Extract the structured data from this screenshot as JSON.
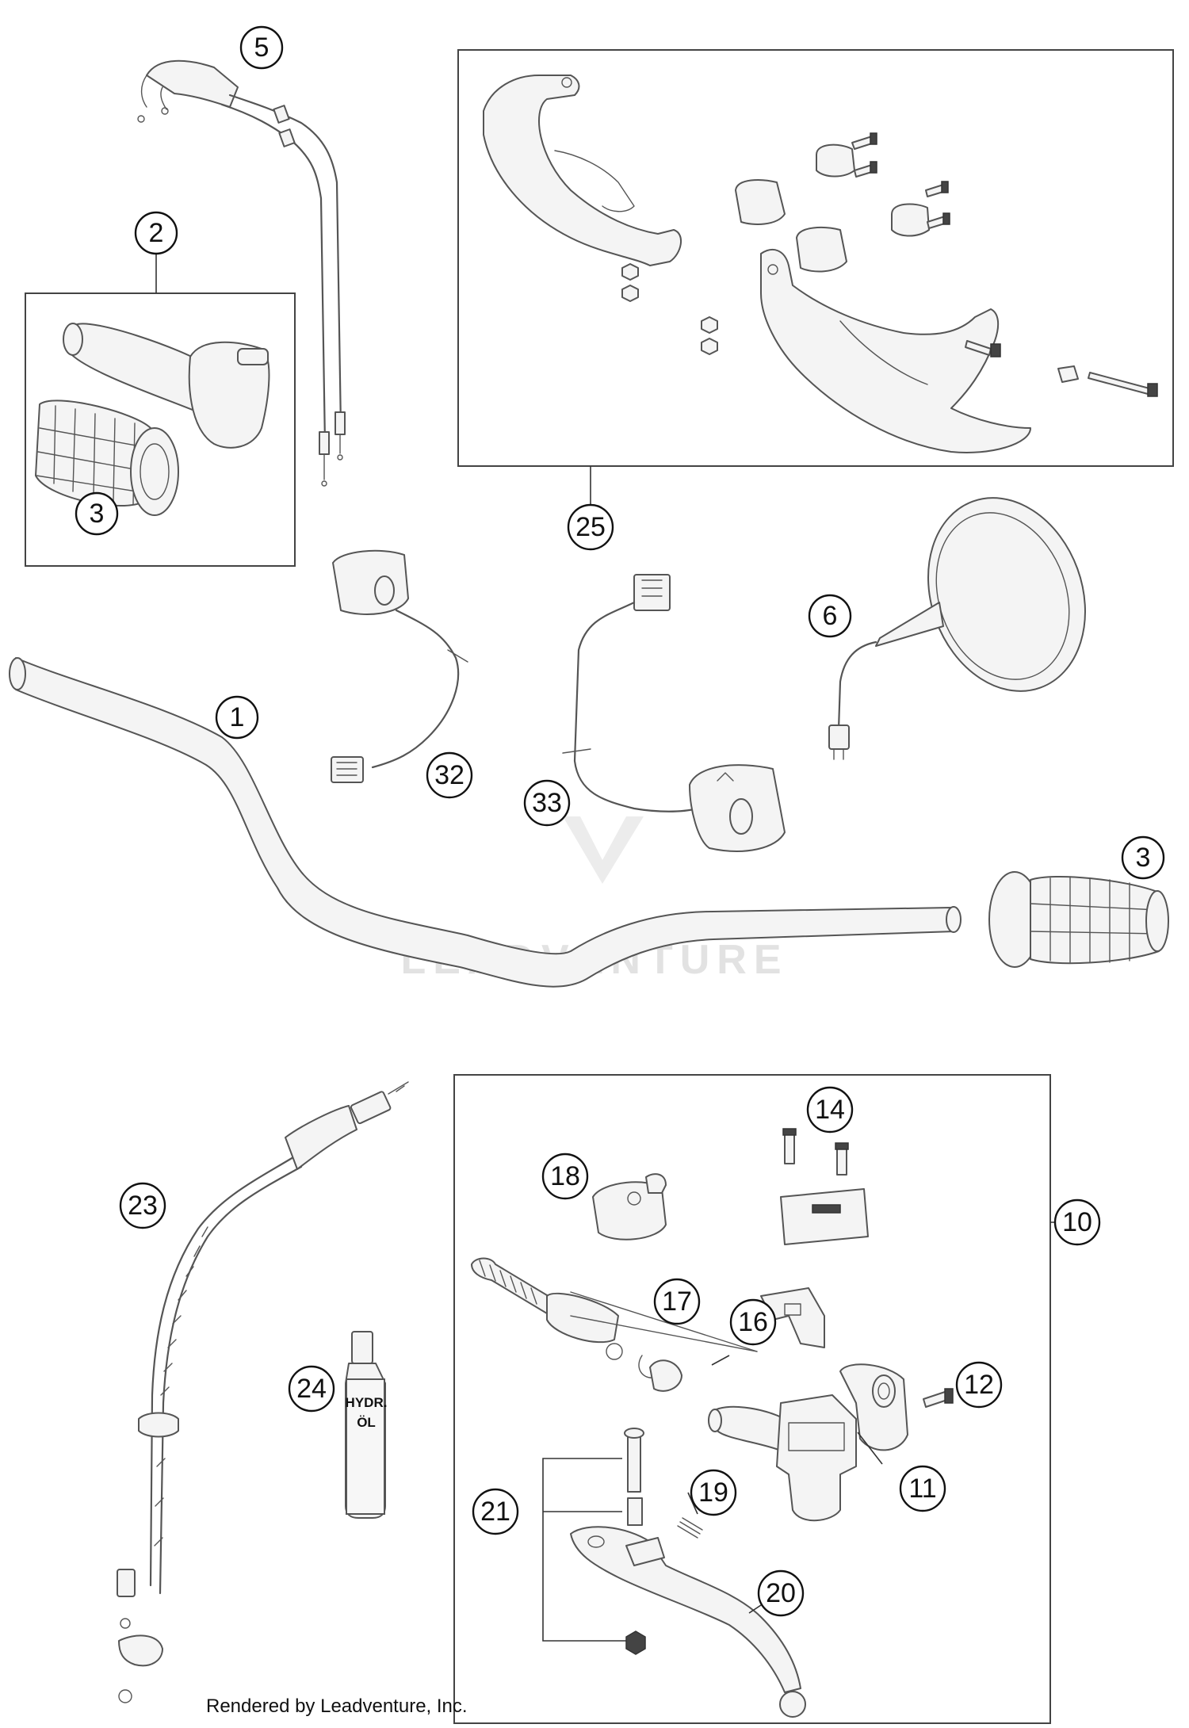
{
  "callouts": {
    "c1": "1",
    "c2": "2",
    "c3a": "3",
    "c3b": "3",
    "c5": "5",
    "c6": "6",
    "c10": "10",
    "c11": "11",
    "c12": "12",
    "c14": "14",
    "c16": "16",
    "c17": "17",
    "c18": "18",
    "c19": "19",
    "c20": "20",
    "c21": "21",
    "c23": "23",
    "c24": "24",
    "c25": "25",
    "c32": "32",
    "c33": "33"
  },
  "bottle_label": {
    "line1": "HYDR.",
    "line2": "ÖL"
  },
  "watermark": "LEADVENTURE",
  "credit": "Rendered by Leadventure, Inc."
}
